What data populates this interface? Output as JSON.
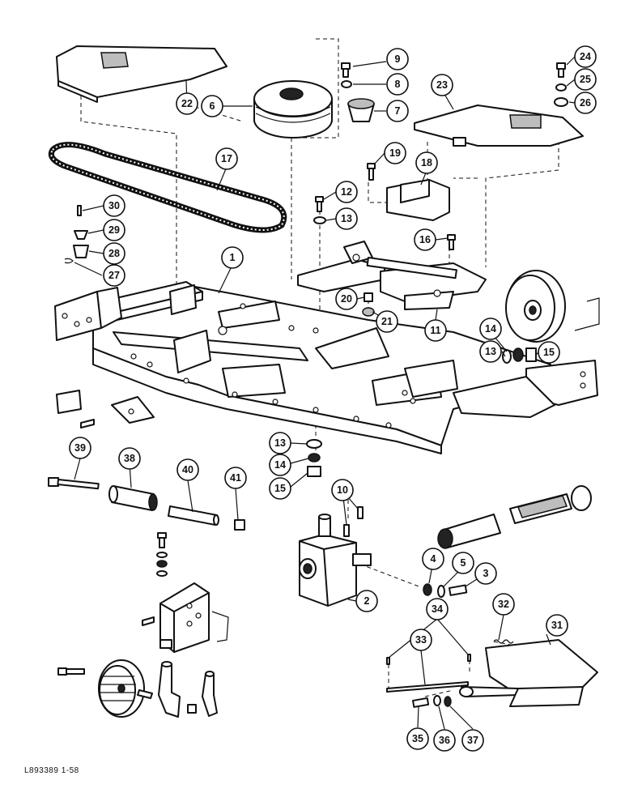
{
  "figure": {
    "catalog_code": "L893389 1-58"
  },
  "callouts": [
    "1",
    "2",
    "3",
    "4",
    "5",
    "6",
    "7",
    "8",
    "9",
    "10",
    "11",
    "12",
    "13",
    "14",
    "15",
    "16",
    "17",
    "18",
    "19",
    "20",
    "21",
    "22",
    "23",
    "24",
    "25",
    "26",
    "27",
    "28",
    "29",
    "30",
    "31",
    "32",
    "33",
    "34",
    "35",
    "36",
    "37",
    "38",
    "39",
    "40",
    "41"
  ],
  "repeat_callouts": {
    "13": [
      "13",
      "13"
    ],
    "14": [
      "14",
      "14"
    ],
    "15": [
      "15",
      "15"
    ]
  }
}
